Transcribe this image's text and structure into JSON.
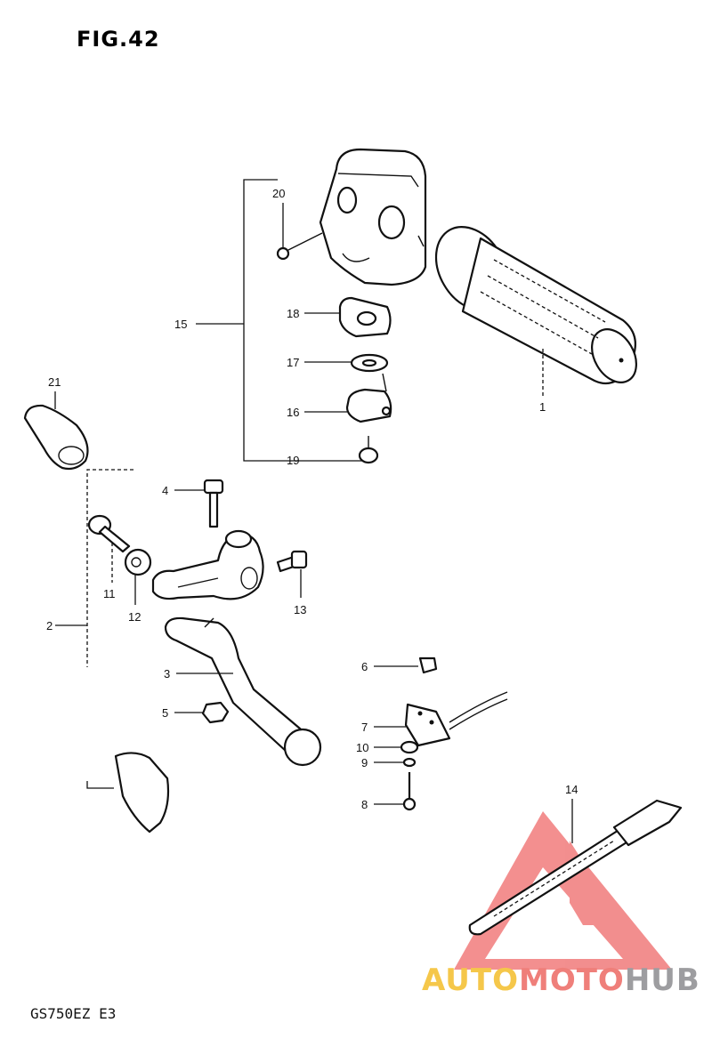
{
  "figure": {
    "title": "FIG.42",
    "code": "GS750EZ  E3"
  },
  "watermark": {
    "part1": "AUTO",
    "part2": "MOTO",
    "part3": "HUB",
    "colors": {
      "auto": "#f5c74a",
      "moto": "#ef7f7a",
      "hub": "#9d9da0",
      "triangle": "#ef6f6f"
    }
  },
  "callouts": {
    "c1": "1",
    "c2": "2",
    "c3": "3",
    "c4": "4",
    "c5": "5",
    "c6": "6",
    "c7": "7",
    "c8": "8",
    "c9": "9",
    "c10": "10",
    "c11": "11",
    "c12": "12",
    "c13": "13",
    "c14": "14",
    "c15": "15",
    "c16": "16",
    "c17": "17",
    "c18": "18",
    "c19": "19",
    "c20": "20",
    "c21": "21"
  }
}
